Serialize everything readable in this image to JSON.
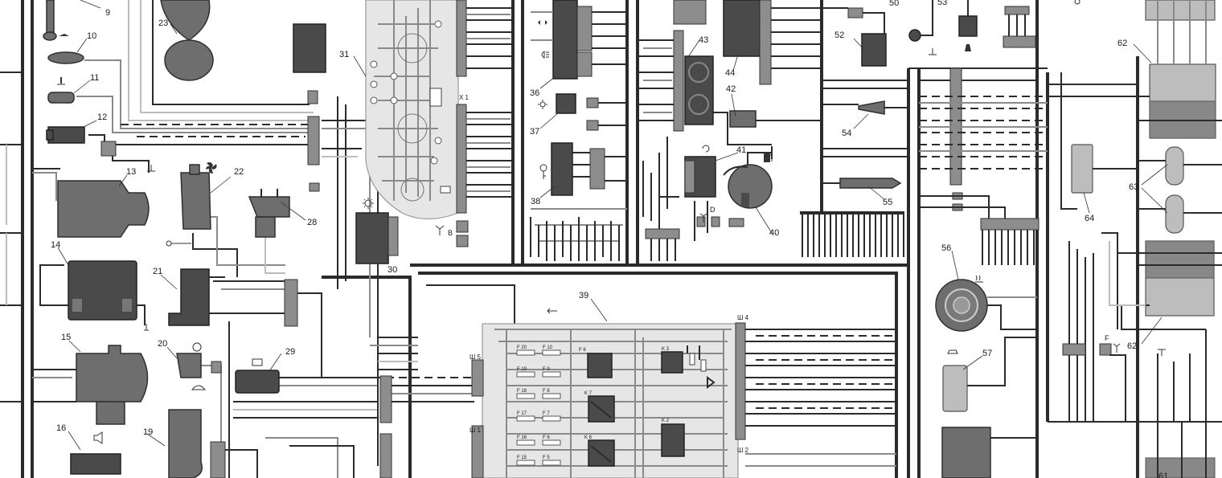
{
  "diagram": {
    "component_labels": [
      "9",
      "10",
      "11",
      "12",
      "13",
      "14",
      "15",
      "16",
      "19",
      "20",
      "21",
      "22",
      "23",
      "28",
      "29",
      "30",
      "31",
      "36",
      "37",
      "38",
      "39",
      "40",
      "41",
      "42",
      "43",
      "44",
      "50",
      "52",
      "53",
      "54",
      "55",
      "56",
      "57",
      "61",
      "62",
      "62",
      "63",
      "64"
    ],
    "connector_labels": {
      "x1": "X 1",
      "w1": "Ш 1",
      "w2": "Ш 2",
      "w4": "Ш 4",
      "w5": "Ш 5"
    },
    "fuse_labels": [
      "F 20",
      "F 10",
      "F 19",
      "F 9",
      "F 18",
      "F 8",
      "F 17",
      "F 7",
      "F 16",
      "F 6",
      "F 15",
      "F 5"
    ],
    "relay_labels": [
      "K 3",
      "K 7",
      "K 6",
      "K 2",
      "F 6"
    ],
    "small_marks": {
      "b": "B",
      "d": "D",
      "f": "F"
    }
  }
}
